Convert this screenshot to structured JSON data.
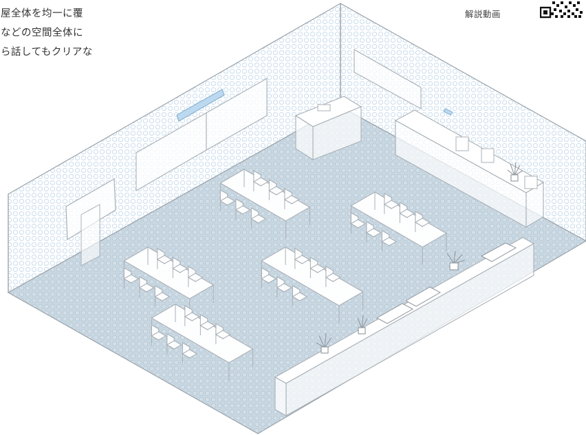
{
  "description_lines": [
    "部屋全体を均一に覆",
    "室などの空間全体に",
    "から話してもクリアな"
  ],
  "video_link_label": "解説動画",
  "colors": {
    "floor": "#c5d4de",
    "wall_fill": "#ffffff",
    "room_edge": "#9aa3aa",
    "dot": "#d6e6f2",
    "dot_dark": "#a9c3d6",
    "furniture": "#a9b0b6",
    "accent_device": "#bcd9f0"
  },
  "icons": [
    "qr-code-icon",
    "speaker-bar-icon",
    "ceiling-mic-icon",
    "plant-icon"
  ]
}
